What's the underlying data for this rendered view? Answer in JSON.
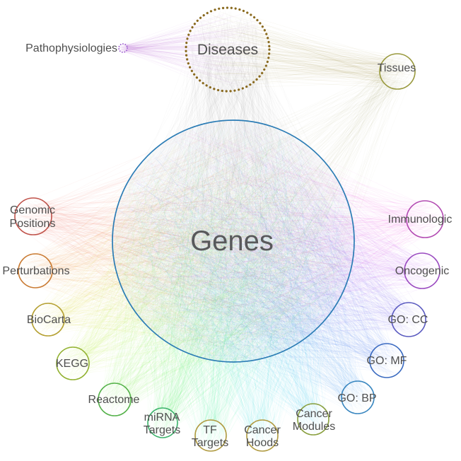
{
  "nodes": {
    "diseases": {
      "label": "Diseases",
      "color": "#8a6a1f"
    },
    "pathophysiologies": {
      "label": "Pathophysiologies",
      "color": "#9b59d0"
    },
    "tissues": {
      "label": "Tissues",
      "color": "#99993d"
    },
    "genes": {
      "label": "Genes",
      "color": "#2b7cb5"
    },
    "genomic_positions": {
      "label_line1": "Genomic",
      "label_line2": "Positions",
      "color": "#c0524a"
    },
    "perturbations": {
      "label": "Perturbations",
      "color": "#c97a32"
    },
    "biocarta": {
      "label": "BioCarta",
      "color": "#b5a032"
    },
    "kegg": {
      "label": "KEGG",
      "color": "#93b232"
    },
    "reactome": {
      "label": "Reactome",
      "color": "#55b24a"
    },
    "mirna_targets": {
      "label_line1": "miRNA",
      "label_line2": "Targets",
      "color": "#3ab26a"
    },
    "tf_targets": {
      "label_line1": "TF",
      "label_line2": "Targets",
      "color": "#b09a40"
    },
    "cancer_hoods": {
      "label_line1": "Cancer",
      "label_line2": "Hoods",
      "color": "#b09a40"
    },
    "cancer_modules": {
      "label_line1": "Cancer",
      "label_line2": "Modules",
      "color": "#8aa040"
    },
    "go_bp": {
      "label": "GO: BP",
      "color": "#3a87c0"
    },
    "go_mf": {
      "label": "GO: MF",
      "color": "#3a6ac0"
    },
    "go_cc": {
      "label": "GO: CC",
      "color": "#5a5ac0"
    },
    "oncogenic": {
      "label": "Oncogenic",
      "color": "#9a4ac0"
    },
    "immunologic": {
      "label": "Immunologic",
      "color": "#b24ab2"
    }
  },
  "edges": [
    {
      "source": "diseases",
      "target": "genes",
      "color": "#474f57",
      "count": 420,
      "opacity": 0.04,
      "width": 0.5
    },
    {
      "source": "tissues",
      "target": "genes",
      "color": "#8a8a3a",
      "count": 130,
      "opacity": 0.04,
      "width": 0.6
    },
    {
      "source": "genomic_positions",
      "target": "genes",
      "color": "#f2564a",
      "count": 170,
      "opacity": 0.055,
      "width": 0.7
    },
    {
      "source": "perturbations",
      "target": "genes",
      "color": "#f2913a",
      "count": 170,
      "opacity": 0.055,
      "width": 0.7
    },
    {
      "source": "biocarta",
      "target": "genes",
      "color": "#e3d832",
      "count": 170,
      "opacity": 0.055,
      "width": 0.7
    },
    {
      "source": "kegg",
      "target": "genes",
      "color": "#b4e832",
      "count": 170,
      "opacity": 0.055,
      "width": 0.7
    },
    {
      "source": "reactome",
      "target": "genes",
      "color": "#74e832",
      "count": 170,
      "opacity": 0.055,
      "width": 0.7
    },
    {
      "source": "mirna_targets",
      "target": "genes",
      "color": "#3ee84e",
      "count": 170,
      "opacity": 0.055,
      "width": 0.7
    },
    {
      "source": "tf_targets",
      "target": "genes",
      "color": "#36e896",
      "count": 170,
      "opacity": 0.055,
      "width": 0.7
    },
    {
      "source": "cancer_hoods",
      "target": "genes",
      "color": "#32e0d6",
      "count": 170,
      "opacity": 0.055,
      "width": 0.7
    },
    {
      "source": "cancer_modules",
      "target": "genes",
      "color": "#32c2e8",
      "count": 170,
      "opacity": 0.055,
      "width": 0.7
    },
    {
      "source": "go_bp",
      "target": "genes",
      "color": "#3498e8",
      "count": 170,
      "opacity": 0.055,
      "width": 0.7
    },
    {
      "source": "go_mf",
      "target": "genes",
      "color": "#3f6ee8",
      "count": 170,
      "opacity": 0.055,
      "width": 0.7
    },
    {
      "source": "go_cc",
      "target": "genes",
      "color": "#6a55e8",
      "count": 170,
      "opacity": 0.055,
      "width": 0.7
    },
    {
      "source": "oncogenic",
      "target": "genes",
      "color": "#b44ae8",
      "count": 170,
      "opacity": 0.055,
      "width": 0.7
    },
    {
      "source": "immunologic",
      "target": "genes",
      "color": "#e44ad8",
      "count": 170,
      "opacity": 0.055,
      "width": 0.7
    },
    {
      "source": "tissues",
      "target": "diseases",
      "color": "#9a8f2f",
      "count": 150,
      "opacity": 0.06,
      "width": 0.6
    },
    {
      "source": "pathophysiologies",
      "target": "diseases",
      "color": "#bb6ad8",
      "count": 120,
      "opacity": 0.07,
      "width": 0.6
    }
  ]
}
